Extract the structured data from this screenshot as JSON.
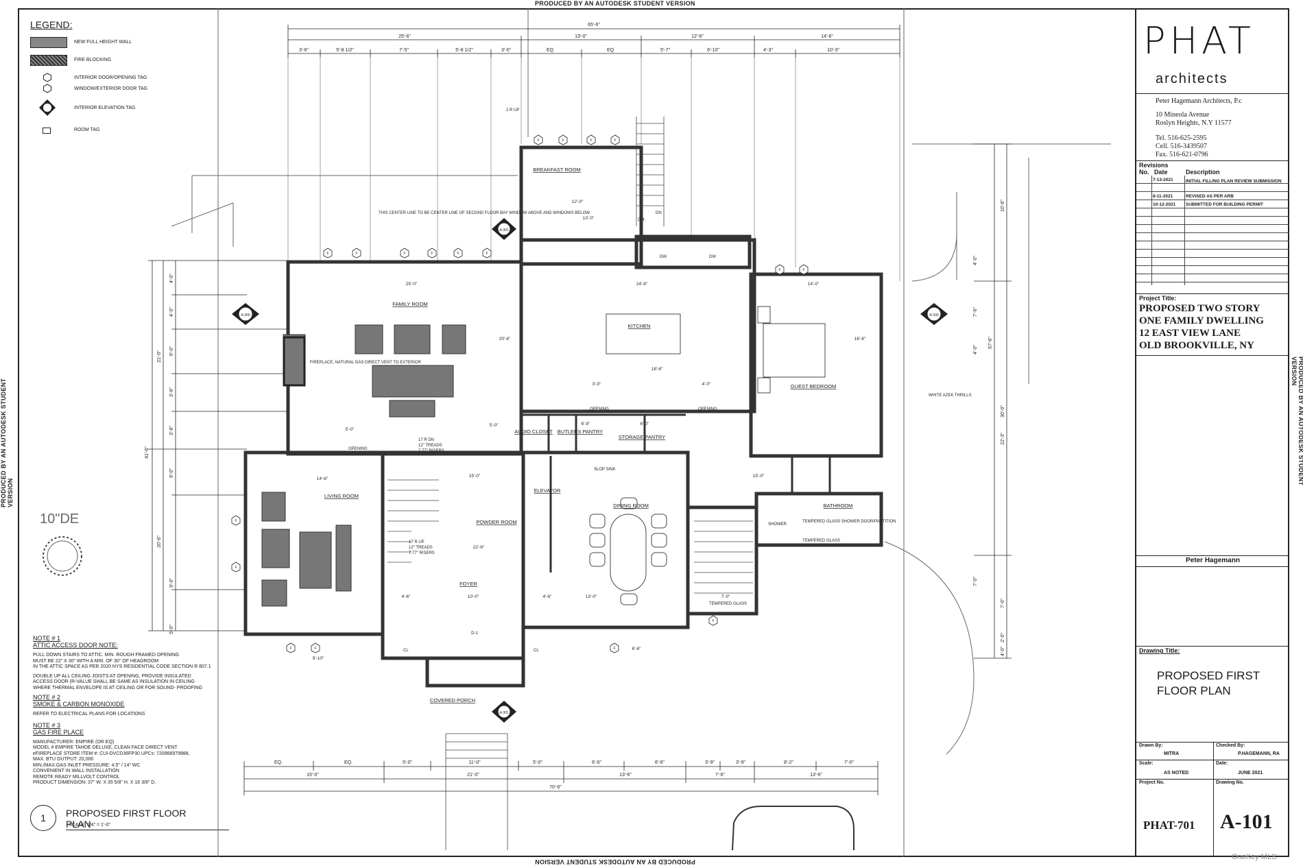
{
  "watermark": {
    "top": "PRODUCED BY AN AUTODESK STUDENT VERSION",
    "bottom": "PRODUCED BY AN AUTODESK STUDENT VERSION",
    "left": "PRODUCED BY AN AUTODESK STUDENT VERSION",
    "right": "PRODUCED BY AN AUTODESK STUDENT VERSION"
  },
  "legend": {
    "title": "LEGEND:",
    "items": [
      {
        "label": "NEW FULL HEIGHT WALL",
        "symbol": "wall-hatch-icon"
      },
      {
        "label": "FIRE BLOCKING",
        "symbol": "fire-blocking-icon"
      },
      {
        "label": "INTERIOR DOOR/OPENING TAG",
        "symbol": "hexagon-tag-icon"
      },
      {
        "label": "WINDOW/EXTERIOR DOOR TAG",
        "symbol": "hexagon-tag-icon"
      },
      {
        "label": "INTERIOR ELEVATION TAG",
        "symbol": "elevation-tag-icon"
      },
      {
        "label": "ROOM TAG",
        "symbol": "room-tag-icon"
      }
    ]
  },
  "tree_label": "10\"DE",
  "notes": [
    {
      "number": "NOTE # 1",
      "title": "ATTIC ACCESS DOOR NOTE:",
      "lines": [
        "PULL DOWN STAIRS TO ATTIC.  MIN. ROUGH FRAMED OPENING",
        "MUST BE 22\" X 30\" WITH A MIN. OF 30\" OF HEADROOM",
        "IN THE ATTIC SPACE AS PER 2020 NYS RESIDENTIAL CODE SECTION R 807.1",
        "",
        "DOUBLE UP ALL CEILING JOISTS AT OPENING, PROVIDE INSULATED",
        "ACCESS DOOR (R-VALUE SHALL BE SAME AS INSULATION IN CEILING",
        "WHERE THERMAL ENVELOPE IS AT CEILING OR FOR SOUND- PROOFING"
      ]
    },
    {
      "number": "NOTE # 2",
      "title": "SMOKE & CARBON MONOXIDE",
      "lines": [
        "REFER TO ELECTRICAL PLANS FOR LOCATIONS"
      ]
    },
    {
      "number": "NOTE # 3",
      "title": "GAS FIRE PLACE",
      "lines": [
        "MANUFACTURER: EMPIRE  (OR EQ)",
        "MODEL # EMPIRE TAHOE DELUXE, CLEAN FACE DIRECT VENT",
        "eFIREPLACE STORE ITEM #: CUI-DVCD36FP30 UPCs: 720968979988,",
        "MAX. BTU OUTPUT: 20,000",
        "MIN./MAX.GAS INLET PRESSURE: 4.5\" / 14\" WC",
        "CONVENIENT IN WALL INSTALLATION",
        "REMOTE READY MILLVOLT CONTROL",
        "PRODUCT DIMENSION: 37\" W. X 35 5/8\" H. X 16 3/8\" D."
      ]
    }
  ],
  "drawing_label": {
    "number": "1",
    "title": "PROPOSED FIRST FLOOR PLAN",
    "scale": "SCALE: 1/4\" = 1'-0\""
  },
  "rooms": {
    "breakfast": "BREAKFAST ROOM",
    "family": "FAMILY ROOM",
    "kitchen": "KITCHEN",
    "guest": "GUEST BEDROOM",
    "living": "LIVING ROOM",
    "foyer": "FOYER",
    "powder": "POWDER ROOM",
    "dining": "DINING ROOM",
    "elevator": "ELEVATOR",
    "audio": "AUDIO CLOSET",
    "butlers": "BUTLERS PANTRY",
    "storage": "STORAGE PANTRY",
    "bathroom": "BATHROOM",
    "porch": "COVERED PORCH"
  },
  "plan_annotations": {
    "centerline": "THIS CENTER LINE TO BE CENTER LINE OF SECOND FLOOR BAY WINDOW ABOVE AND WINDOWS BELOW",
    "fireplace": "FIREPLACE, NATURAL GAS DIRECT VENT TO EXTERIOR",
    "stairs_up_top": "2 R UP",
    "stairs_dn_main": "17 R DN",
    "treads_12": "12\" TREADS",
    "risers_777": "7.77\" RISERS",
    "stairs_up_main": "17 R UP",
    "azek": "WHITE AZEK THRILLS",
    "slop_sink": "SLOP SINK",
    "tempered_glass": "TEMPERED GLASS",
    "shower_partition": "TEMPERED GLASS SHOWER DOOR/PARTITION",
    "opening": "OPENING",
    "dn": "DN",
    "dw": "DW",
    "shower": "SHOWER",
    "cl": "CL"
  },
  "top_dimensions": {
    "overall": "65'-6\"",
    "group": [
      "25'-6\"",
      "13'-0\"",
      "12'-6\"",
      "14'-6\""
    ],
    "detail": [
      "3'-6\"",
      "5'-8 1/2\"",
      "7'-5\"",
      "5'-8 1/2\"",
      "3'-0\"",
      "EQ",
      "EQ",
      "5'-7\"",
      "6'-10\"",
      "4'-3\"",
      "10'-3\""
    ]
  },
  "bottom_dimensions": {
    "detail": [
      "EQ.",
      "EQ.",
      "5'-0\"",
      "11'-0\"",
      "5'-0\"",
      "6'-6\"",
      "6'-6\"",
      "3'-9\"",
      "3'-9\"",
      "8'-2\"",
      "7'-0\""
    ],
    "group": [
      "15'-0\"",
      "21'-0\"",
      "13'-6\"",
      "7'-6\"",
      "13'-6\""
    ],
    "overall": "70'-6\""
  },
  "side_dimensions": {
    "left_outer": "41'-6\"",
    "left_group": [
      "21'-0\"",
      "20'-6\""
    ],
    "left_detail": [
      "4'-0\"",
      "4'-0\"",
      "6'-0\"",
      "3'-6\"",
      "3'-6\"",
      "9'-0\"",
      "9'-0\"",
      "5'-0\""
    ],
    "right_outer": "57'-6\"",
    "right_group": [
      "10'-6\"",
      "30'-0\"",
      "22'-3\"",
      "7'-0\"",
      "2'-0\"",
      "4'-0\""
    ],
    "right_detail": [
      "4'-0\"",
      "7'-6\"",
      "4'-0\"",
      "7'-0\""
    ]
  },
  "interior_dimensions": [
    "25'-0\"",
    "24'-6\"",
    "14'-0\"",
    "12'-0\"",
    "13'-0\"",
    "20'-6\"",
    "18'-6\"",
    "16'-6\"",
    "14'-6\"",
    "15'-0\"",
    "15'-0\"",
    "22'-6\"",
    "10'-0\"",
    "13'-0\"",
    "3'-0\"",
    "4'-0\"",
    "5'-0\"",
    "4'-6\"",
    "4'-6\"",
    "9'-10\"",
    "6'-6\"",
    "7'-0\"",
    "5'-0\"",
    "6'-9\"",
    "6'-0\""
  ],
  "tags": {
    "window": "F",
    "elevation": "A-300",
    "section": "A-301",
    "door_main": "D-1",
    "door_stair": "D-4"
  },
  "title_block": {
    "logo": "PHAT",
    "logo_sub": "architects",
    "firm": "Peter Hagemann Architects, P.c",
    "address1": "10 Mineola Avenue",
    "address2": "Roslyn Heights, N.Y 11577",
    "tel": "Tel.  516-625-2595",
    "cell": "Cell.  516-3439507",
    "fax": "Fax.  516-621-0796",
    "revisions_title": "Revisions",
    "revisions_headers": [
      "No.",
      "Date",
      "Description"
    ],
    "revisions": [
      {
        "date": "7-13-2021",
        "desc": "INITIAL FILLING PLAN REVIEW SUBMISSION"
      },
      {
        "date": "8-11-2021",
        "desc": "REVISED AS PER ARB"
      },
      {
        "date": "10-12-2021",
        "desc": "SUBMITTED FOR BUILDING PERMIT"
      }
    ],
    "project_title_label": "Project Title:",
    "project_title": [
      "PROPOSED TWO STORY",
      "ONE FAMILY DWELLING",
      "12 EAST VIEW LANE",
      "OLD BROOKVILLE, NY"
    ],
    "signature": "Peter Hagemann",
    "drawing_title_label": "Drawing Title:",
    "drawing_title": [
      "PROPOSED FIRST",
      "FLOOR PLAN"
    ],
    "drawn_by_label": "Drawn By:",
    "drawn_by": "MITRA",
    "checked_by_label": "Checked By:",
    "checked_by": "P.HAGEMANN, RA",
    "scale_label": "Scale:",
    "scale": "AS NOTED",
    "date_label": "Date:",
    "date": "JUNE 2021",
    "project_no_label": "Project No.",
    "project_no": "PHAT-701",
    "drawing_no_label": "Drawing No.",
    "drawing_no": "A-101"
  },
  "corner_watermark": "OneKey MLS"
}
